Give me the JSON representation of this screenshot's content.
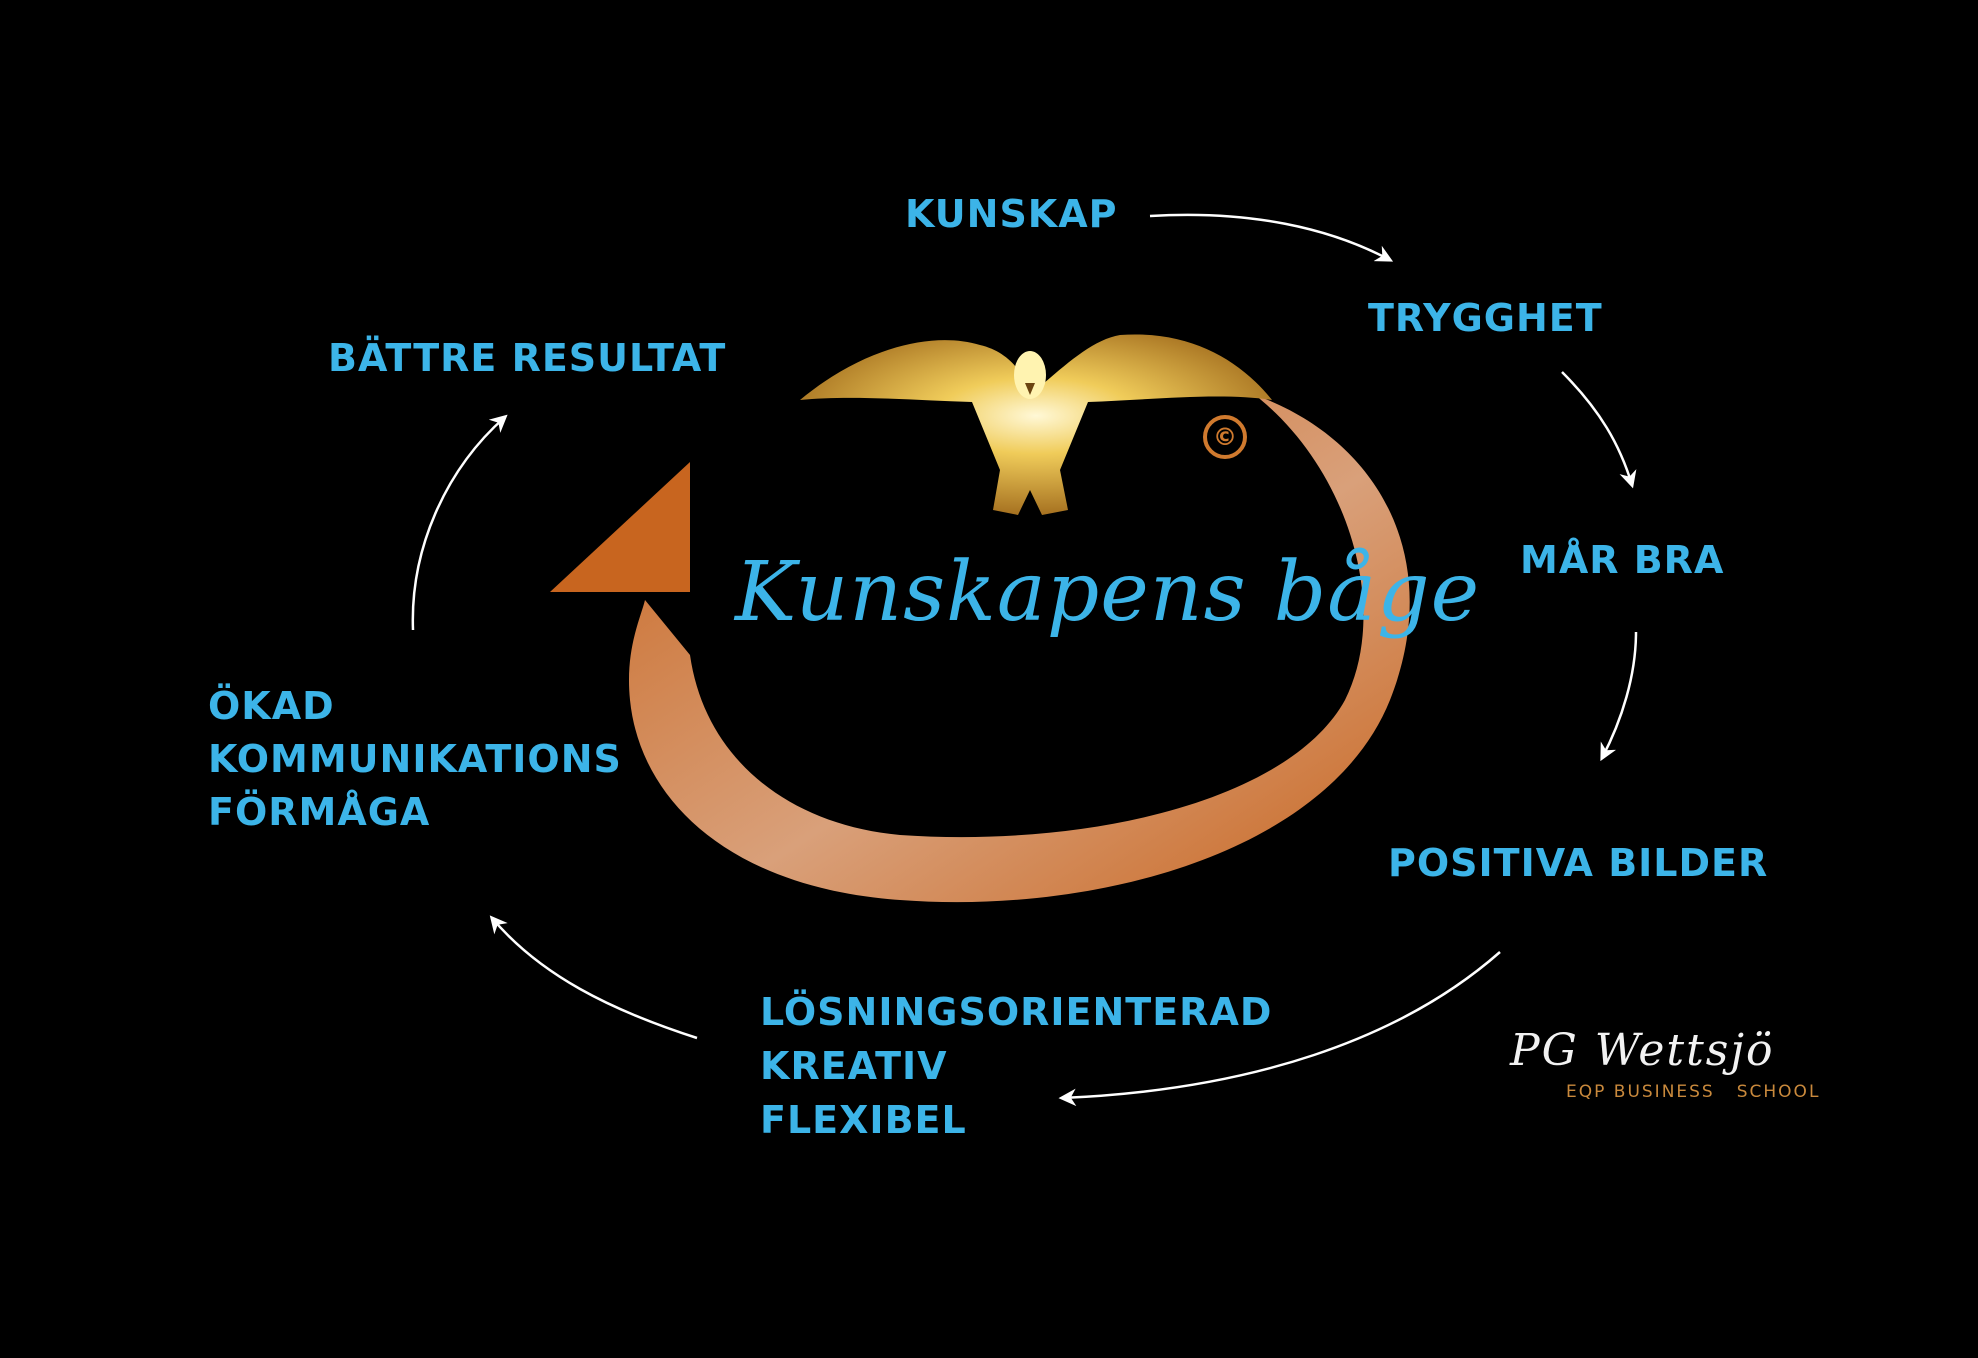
{
  "diagram": {
    "title": "Kunskapens båge",
    "copyright_symbol": "©",
    "colors": {
      "background": "#000000",
      "label_text": "#3cb4e8",
      "arrow": "#ffffff",
      "arc_orange": "#c8651f",
      "arc_light": "#d9a07a",
      "eagle_gold": "#b07826",
      "eagle_glow": "#fff3b0"
    },
    "icons": [
      "eagle-emblem",
      "copyright-icon",
      "curved-arrow"
    ],
    "cycle": [
      {
        "id": "kunskap",
        "lines": [
          "KUNSKAP"
        ]
      },
      {
        "id": "trygghet",
        "lines": [
          "TRYGGHET"
        ]
      },
      {
        "id": "mar-bra",
        "lines": [
          "MÅR BRA"
        ]
      },
      {
        "id": "positiva-bilder",
        "lines": [
          "POSITIVA BILDER"
        ]
      },
      {
        "id": "losningsorienterad",
        "lines": [
          "LÖSNINGSORIENTERAD",
          "KREATIV",
          "FLEXIBEL"
        ]
      },
      {
        "id": "okad-kommunikation",
        "lines": [
          "ÖKAD",
          "KOMMUNIKATIONS",
          "FÖRMÅGA"
        ]
      },
      {
        "id": "battre-resultat",
        "lines": [
          "BÄTTRE RESULTAT"
        ]
      }
    ]
  },
  "signature": {
    "name": "PG Wettsjö",
    "sub_left": "EQP BUSINESS",
    "sub_right": "SCHOOL"
  }
}
